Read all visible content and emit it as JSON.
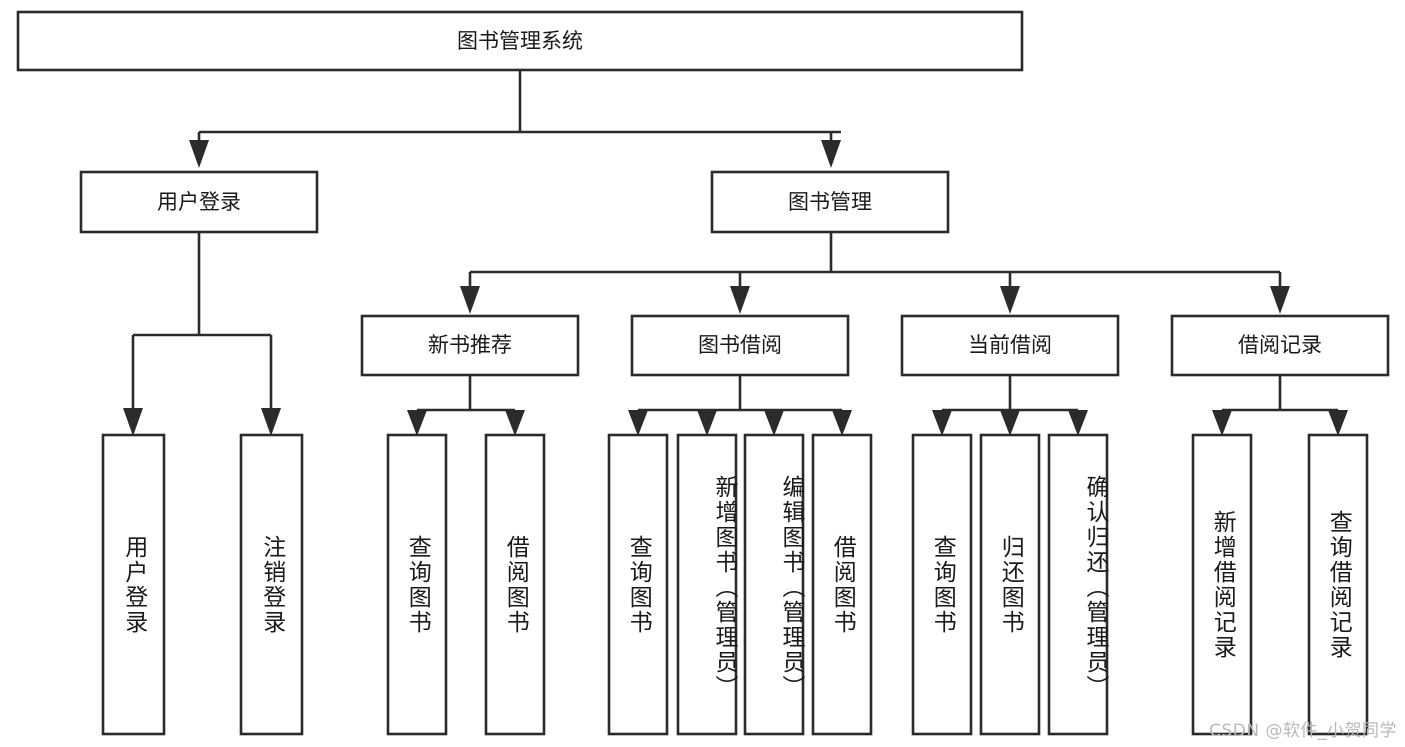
{
  "diagram": {
    "type": "tree",
    "title": "图书管理系统",
    "orientation": "top-down",
    "watermark": "CSDN @软件_小贺同学",
    "colors": {
      "box_stroke": "#2b2b2b",
      "box_fill": "#ffffff",
      "text": "#1a1a1a",
      "background": "#ffffff",
      "watermark": "#b9b9b9"
    },
    "nodes": {
      "root": {
        "label": "图书管理系统"
      },
      "level2": [
        {
          "id": "user-login",
          "label": "用户登录"
        },
        {
          "id": "book-manage",
          "label": "图书管理"
        }
      ],
      "level3": [
        {
          "id": "new-book-rec",
          "label": "新书推荐",
          "parent": "book-manage"
        },
        {
          "id": "book-borrow",
          "label": "图书借阅",
          "parent": "book-manage"
        },
        {
          "id": "current-borrow",
          "label": "当前借阅",
          "parent": "book-manage"
        },
        {
          "id": "borrow-record",
          "label": "借阅记录",
          "parent": "book-manage"
        }
      ],
      "leaves": [
        {
          "id": "leaf-user-login",
          "label": "用户登录",
          "parent": "user-login"
        },
        {
          "id": "leaf-logout-login",
          "label": "注销登录",
          "parent": "user-login"
        },
        {
          "id": "leaf-query-book-rec",
          "label": "查询图书",
          "parent": "new-book-rec"
        },
        {
          "id": "leaf-borrow-book-rec",
          "label": "借阅图书",
          "parent": "new-book-rec"
        },
        {
          "id": "leaf-query-book-borrow",
          "label": "查询图书",
          "parent": "book-borrow"
        },
        {
          "id": "leaf-add-book-admin",
          "label": "新增图书（管理员）",
          "parent": "book-borrow"
        },
        {
          "id": "leaf-edit-book-admin",
          "label": "编辑图书（管理员）",
          "parent": "book-borrow"
        },
        {
          "id": "leaf-borrow-book",
          "label": "借阅图书",
          "parent": "book-borrow"
        },
        {
          "id": "leaf-query-book-current",
          "label": "查询图书",
          "parent": "current-borrow"
        },
        {
          "id": "leaf-return-book",
          "label": "归还图书",
          "parent": "current-borrow"
        },
        {
          "id": "leaf-confirm-return-admin",
          "label": "确认归还（管理员）",
          "parent": "current-borrow"
        },
        {
          "id": "leaf-add-borrow-record",
          "label": "新增借阅记录",
          "parent": "borrow-record"
        },
        {
          "id": "leaf-query-borrow-record",
          "label": "查询借阅记录",
          "parent": "borrow-record"
        }
      ]
    }
  }
}
